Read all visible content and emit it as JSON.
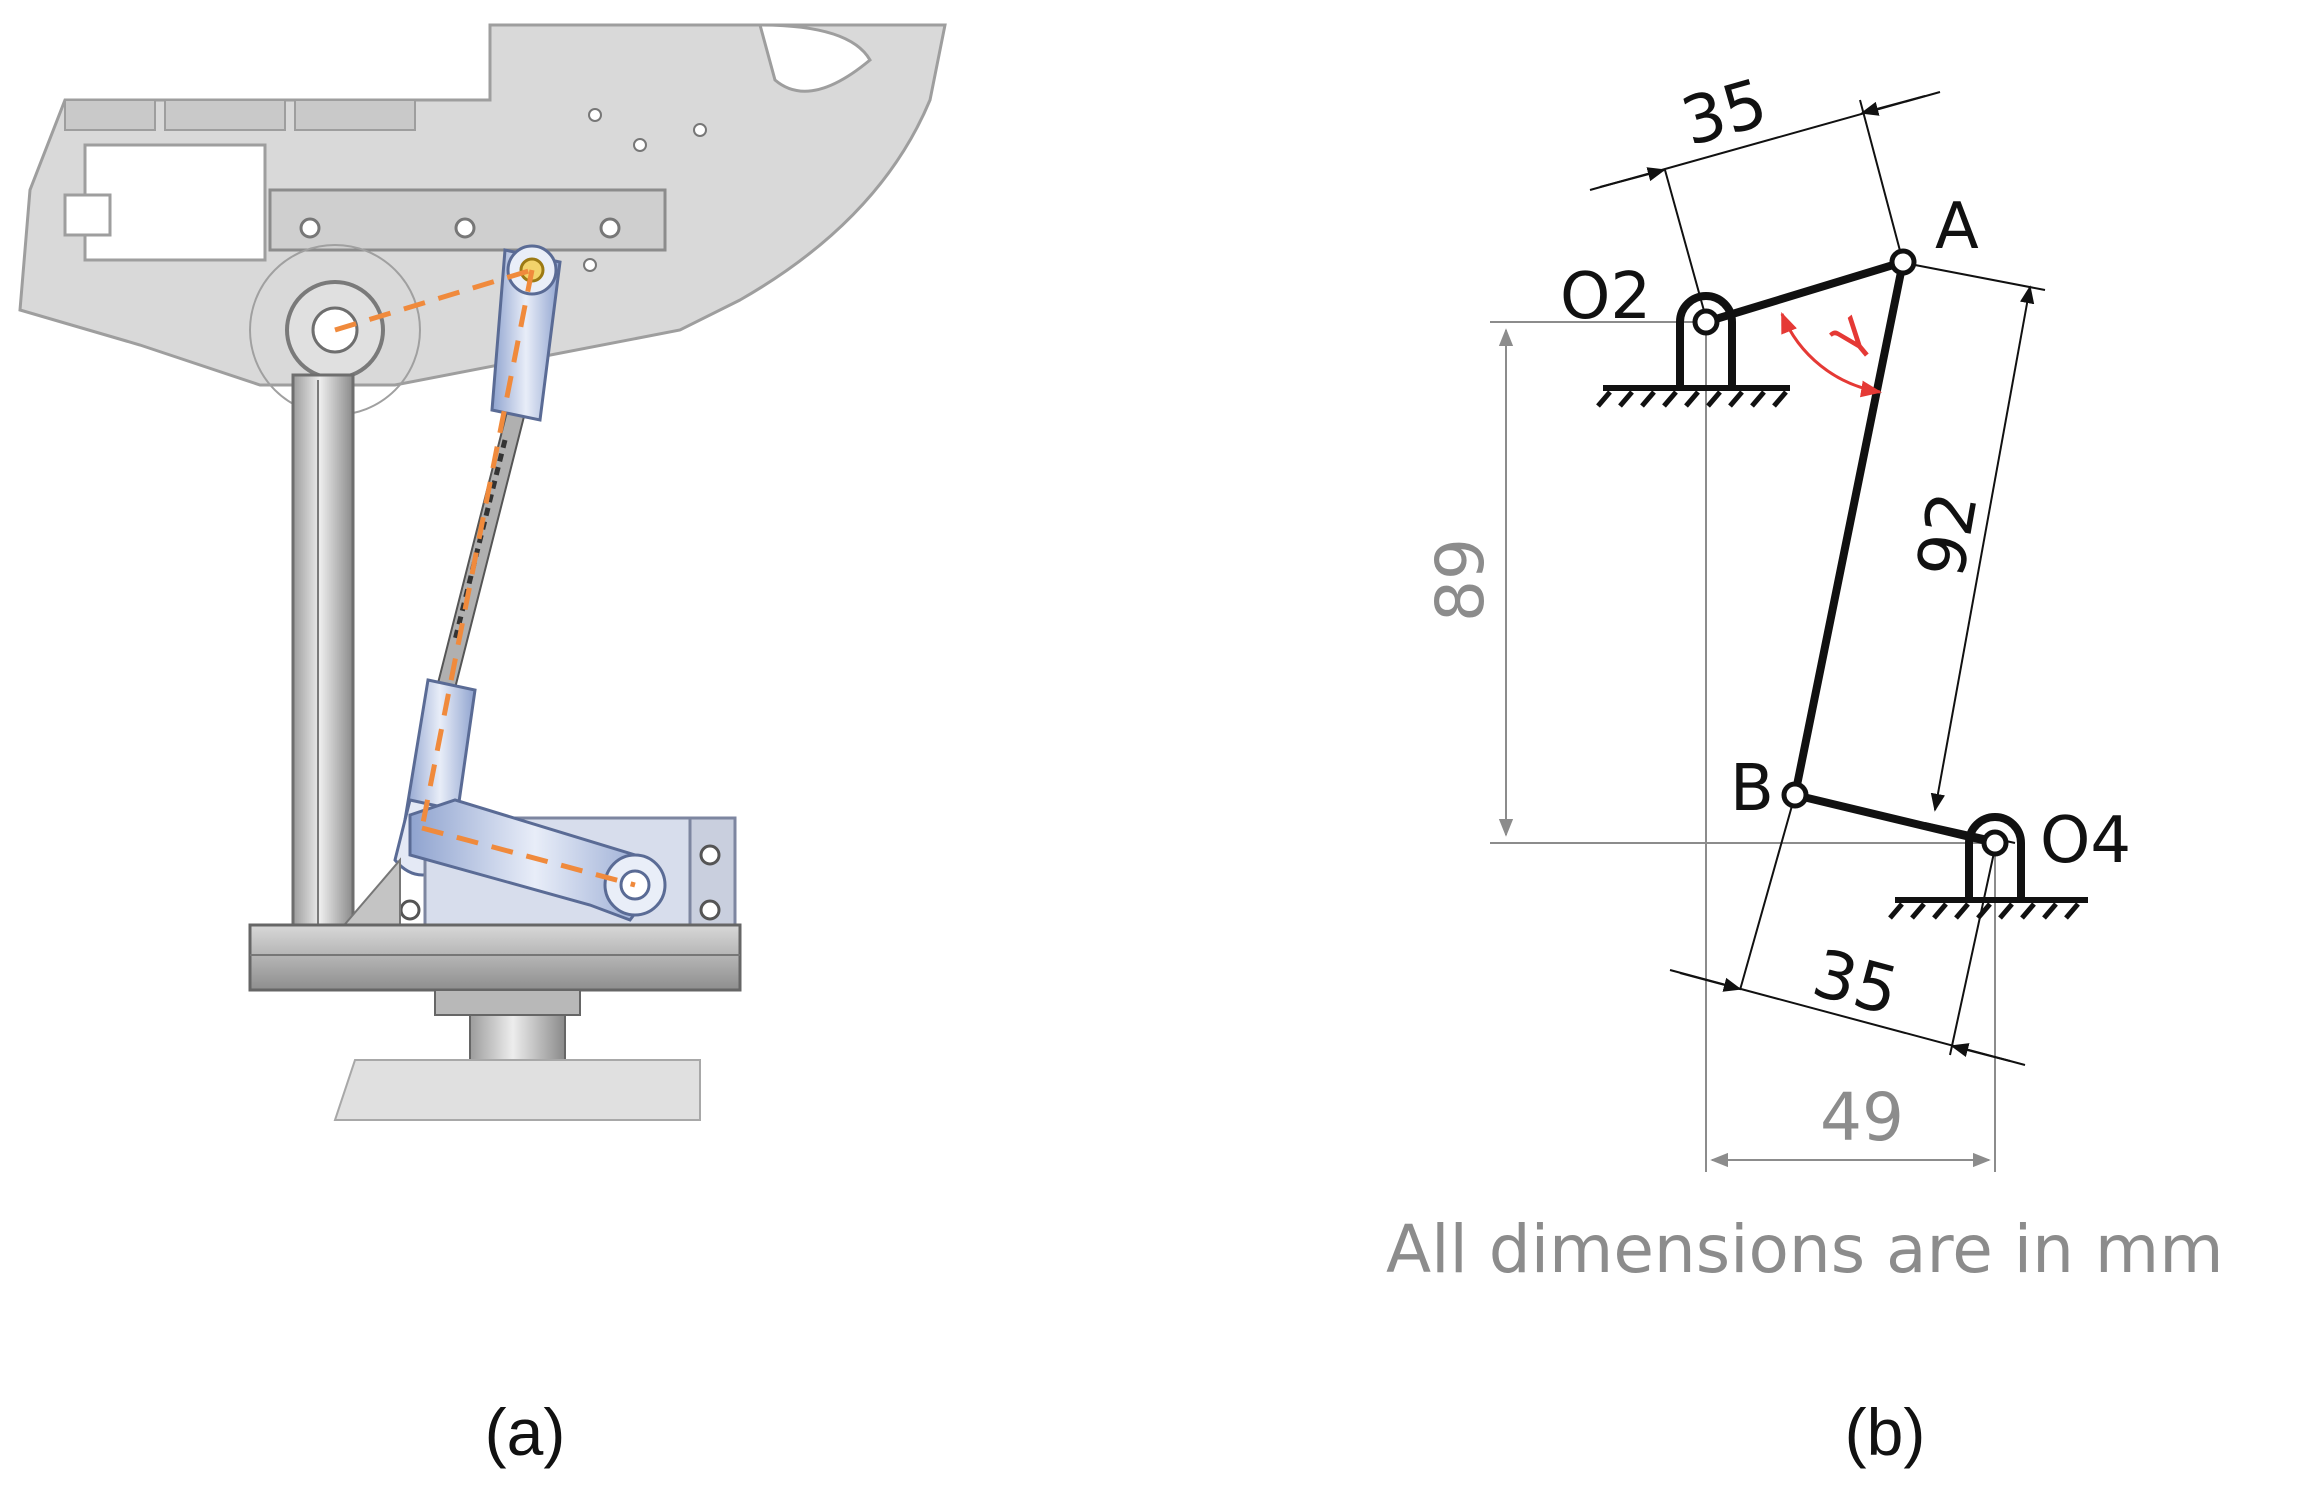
{
  "colors": {
    "accent_dashed": "#F08A3C",
    "gamma": "#E53935",
    "dimension_gray": "#8C8C8C",
    "link": "#111111",
    "metal_light": "#E4E4E4",
    "metal_mid": "#BDBDBD",
    "metal_dark": "#8F8F8F",
    "blue_tint": "#C9D4EC"
  },
  "panel_a": {
    "label": "(a)"
  },
  "panel_b": {
    "label": "(b)",
    "points": {
      "o2": "O2",
      "a": "A",
      "b": "B",
      "o4": "O4"
    },
    "angle_label": "γ",
    "dimensions": {
      "crank_top": "35",
      "crank_bottom": "35",
      "coupler": "92",
      "vertical": "89",
      "horizontal": "49"
    },
    "note": "All dimensions are in mm"
  }
}
